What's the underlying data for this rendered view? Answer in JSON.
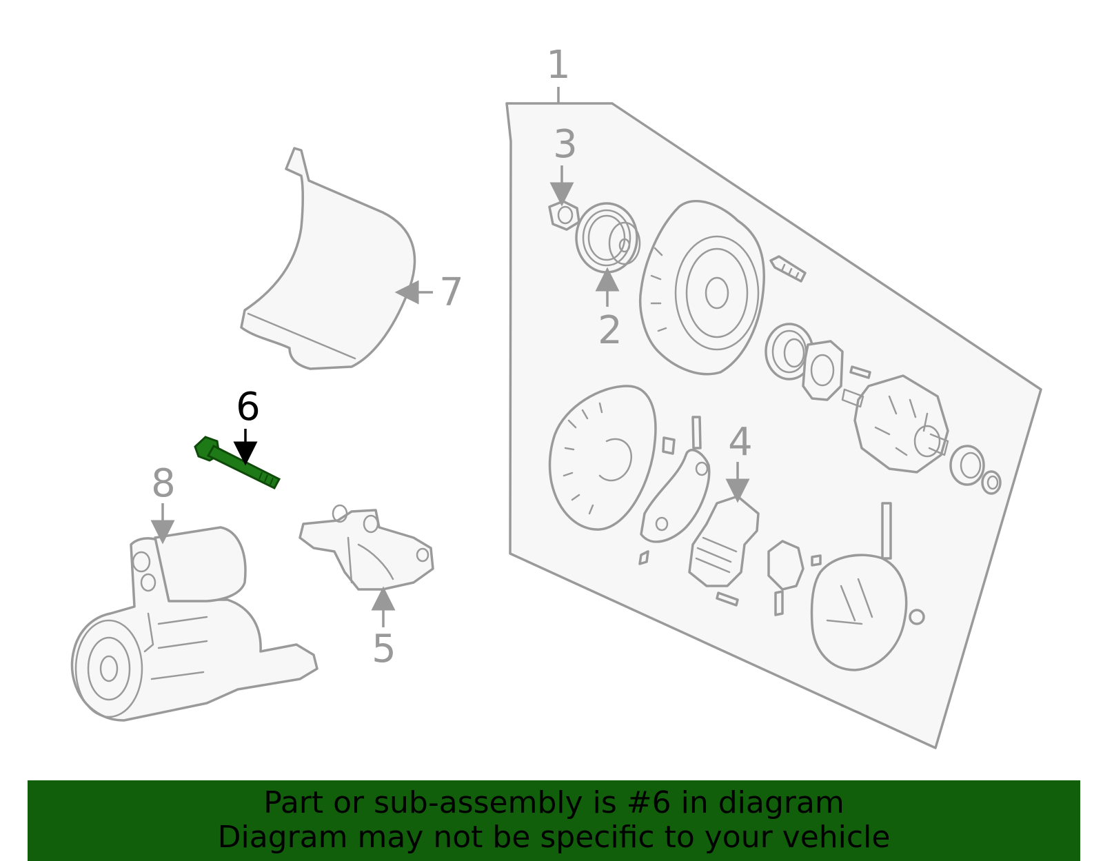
{
  "colors": {
    "banner_bg": "#115f0a",
    "highlight_part": "#1e7a16",
    "callout_text": "#999999",
    "active_callout_text": "#000000",
    "panel_bg": "#f7f7f7",
    "line": "#9a9a9a"
  },
  "callouts": {
    "c1": "1",
    "c2": "2",
    "c3": "3",
    "c4": "4",
    "c5": "5",
    "c6": "6",
    "c7": "7",
    "c8": "8"
  },
  "highlighted_callout": "6",
  "banner": {
    "line1": "Part or sub-assembly is #6 in diagram",
    "line2": "Diagram may not be specific to your vehicle"
  }
}
